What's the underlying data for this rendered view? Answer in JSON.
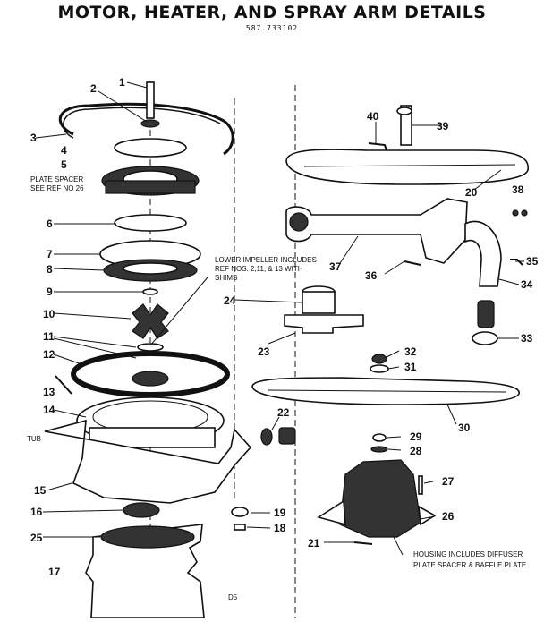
{
  "title": "MOTOR, HEATER, AND SPRAY ARM DETAILS",
  "subtitle": "587.733102",
  "footer_code": "D5",
  "notes": {
    "plate_spacer": [
      "PLATE SPACER",
      "SEE REF NO 26"
    ],
    "lower_impeller": [
      "LOWER IMPELLER INCLUDES",
      "REF NOS. 2,11, & 13 WITH",
      "SHIMS"
    ],
    "housing": [
      "HOUSING INCLUDES DIFFUSER",
      "PLATE SPACER & BAFFLE PLATE"
    ],
    "tub": "TUB"
  },
  "part_labels": [
    "1",
    "2",
    "3",
    "4",
    "5",
    "6",
    "7",
    "8",
    "9",
    "10",
    "11",
    "12",
    "13",
    "14",
    "15",
    "16",
    "17",
    "18",
    "19",
    "20",
    "21",
    "22",
    "23",
    "24",
    "25",
    "26",
    "27",
    "28",
    "29",
    "30",
    "31",
    "32",
    "33",
    "34",
    "35",
    "36",
    "37",
    "38",
    "39",
    "40"
  ]
}
